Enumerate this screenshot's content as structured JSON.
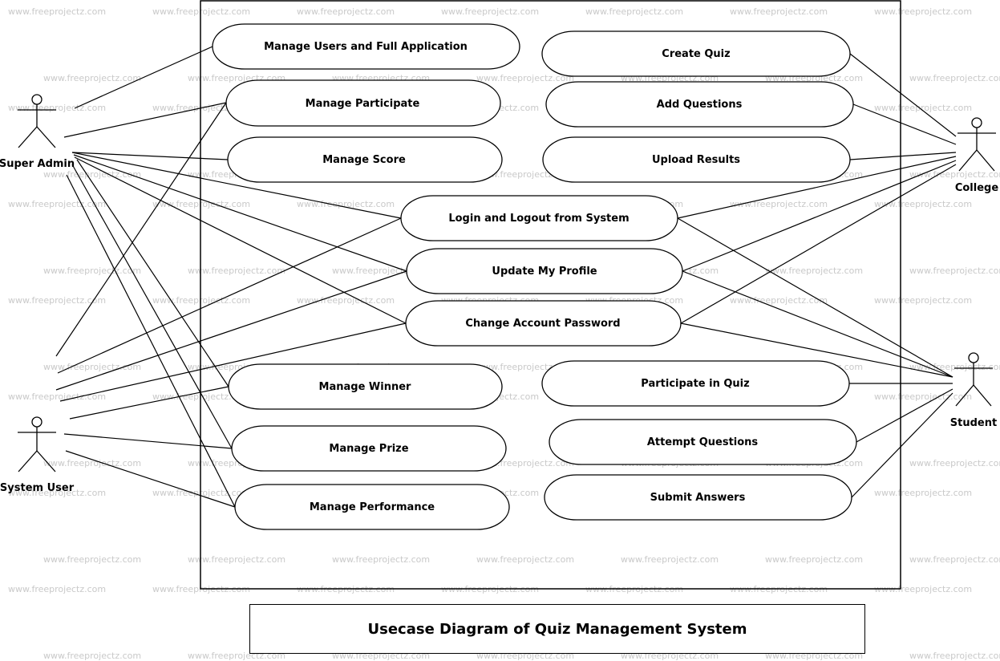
{
  "diagram_title": "Usecase Diagram of Quiz Management System",
  "watermark": "www.freeprojectz.com",
  "actors": {
    "super_admin": "Super Admin",
    "system_user": "System User",
    "college": "College",
    "student": "Student"
  },
  "use_cases": {
    "manage_users": "Manage Users and Full Application",
    "manage_participate": "Manage Participate",
    "manage_score": "Manage Score",
    "create_quiz": "Create Quiz",
    "add_questions": "Add Questions",
    "upload_results": "Upload Results",
    "login_logout": "Login and Logout from System",
    "update_profile": "Update My Profile",
    "change_password": "Change Account Password",
    "manage_winner": "Manage Winner",
    "manage_prize": "Manage Prize",
    "manage_performance": "Manage Performance",
    "participate_quiz": "Participate in Quiz",
    "attempt_questions": "Attempt Questions",
    "submit_answers": "Submit Answers"
  }
}
